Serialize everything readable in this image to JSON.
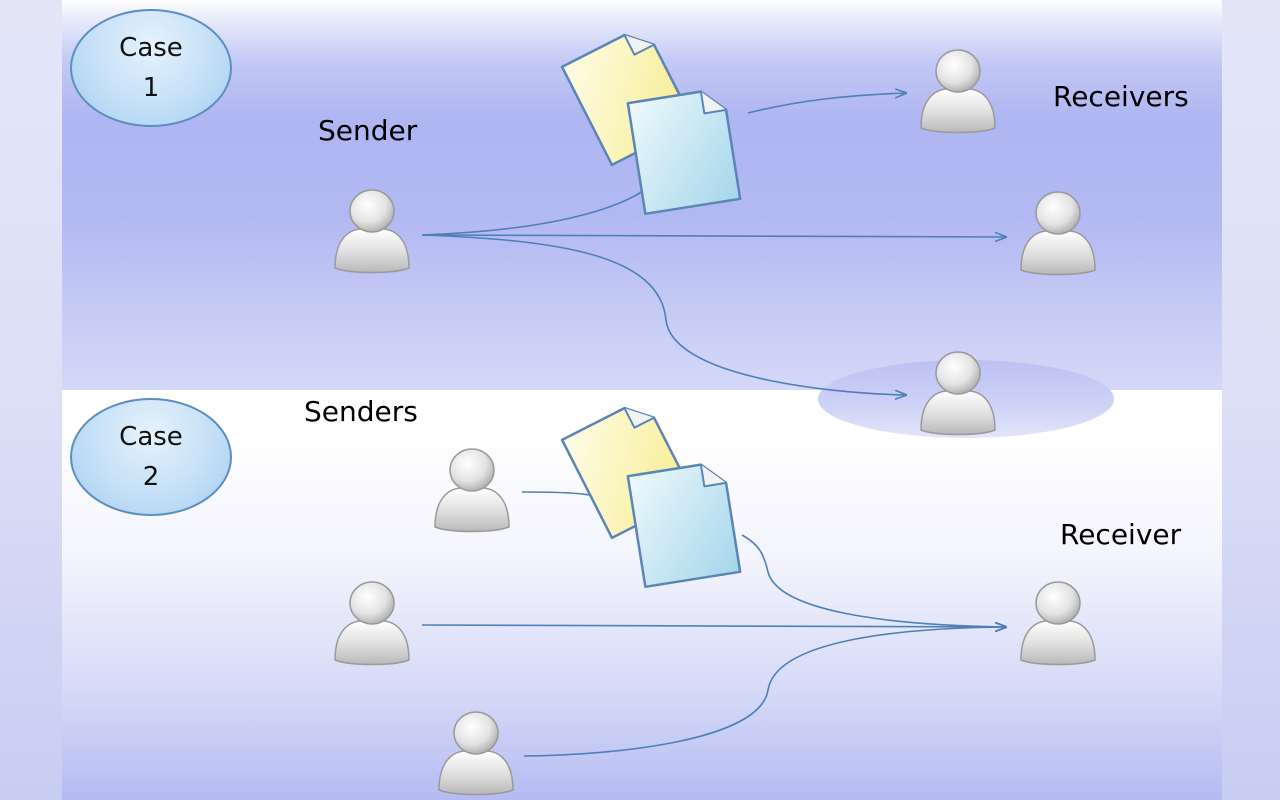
{
  "case1": {
    "title": "Case",
    "number": "1"
  },
  "case2": {
    "title": "Case",
    "number": "2"
  },
  "labels": {
    "sender": "Sender",
    "receivers": "Receivers",
    "senders": "Senders",
    "receiver": "Receiver"
  },
  "icons": {
    "person": "user-icon",
    "document": "document-icon"
  },
  "colors": {
    "arrow": "#4f7fb8",
    "bubble_border": "#5d8ec0",
    "bubble_fill": "#c4e0f7",
    "doc_yellow": "#fbf6b4",
    "doc_blue": "#c8e8f4"
  }
}
